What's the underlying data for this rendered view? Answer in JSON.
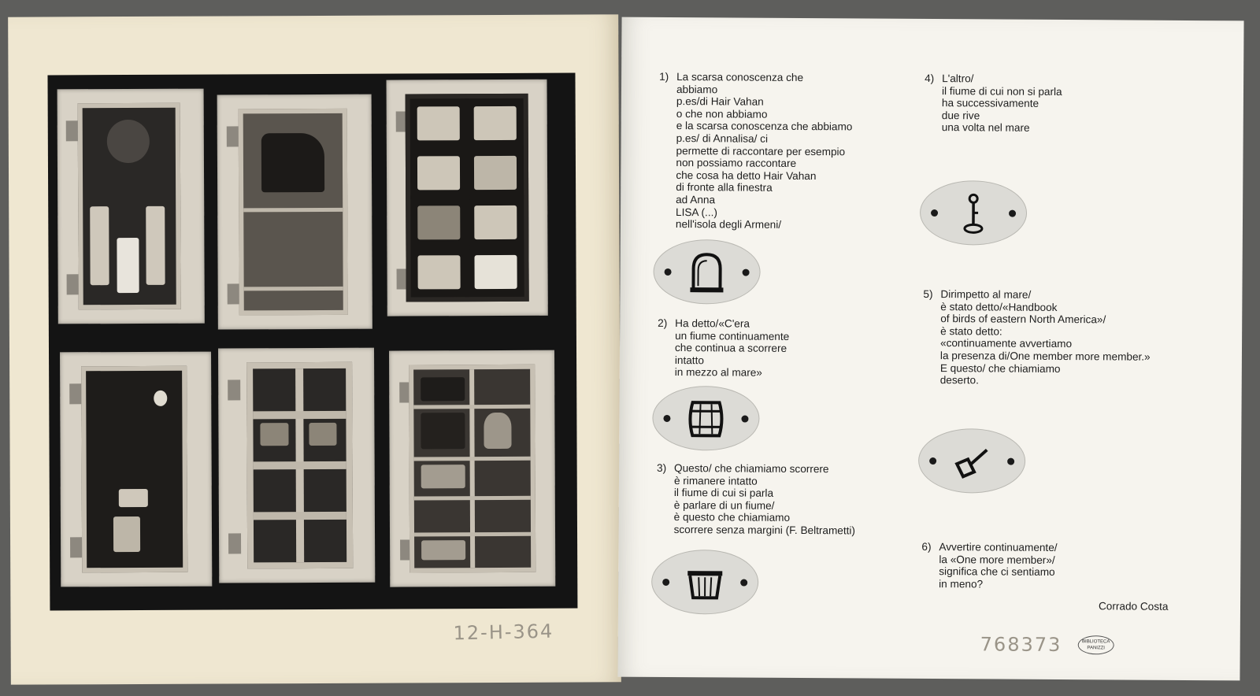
{
  "annotations": {
    "left_shelfmark": "12-H-364",
    "right_inventory": "768373",
    "stamp_text": "BIBLIOTECA PANIZZI"
  },
  "items": [
    {
      "num": "1)",
      "lines": [
        "La scarsa conoscenza che",
        "abbiamo",
        "p.es/di Hair Vahan",
        "o che non abbiamo",
        "e la scarsa conoscenza che abbiamo",
        "p.es/ di Annalisa/ ci",
        "permette di raccontare per esempio",
        "non possiamo raccontare",
        "che cosa ha detto Hair Vahan",
        "di fronte alla finestra",
        "ad Anna",
        "LISA (...)",
        "nell'isola degli Armeni/"
      ]
    },
    {
      "num": "2)",
      "lines": [
        "Ha detto/«C'era",
        "un fiume continuamente",
        "che continua a scorrere",
        "intatto",
        "in mezzo al mare»"
      ]
    },
    {
      "num": "3)",
      "lines": [
        "Questo/ che chiamiamo scorrere",
        "è rimanere intatto",
        "il fiume di cui si parla",
        "è parlare di un fiume/",
        "è questo che chiamiamo",
        "scorrere senza margini (F. Beltrametti)"
      ]
    },
    {
      "num": "4)",
      "lines": [
        "L'altro/",
        "il fiume di cui non si parla",
        "ha successivamente",
        "due rive",
        "una volta nel mare"
      ]
    },
    {
      "num": "5)",
      "lines": [
        "Dirimpetto al mare/",
        "è stato detto/«Handbook",
        "of birds of eastern North America»/",
        "è stato detto:",
        "«continuamente avvertiamo",
        "la presenza di/One member more member.»",
        "E questo/ che chiamiamo",
        "deserto."
      ]
    },
    {
      "num": "6)",
      "lines": [
        "Avvertire continuamente/",
        "la «One more member»/",
        "significa che ci sentiamo",
        "in meno?"
      ]
    }
  ],
  "tokens": [
    {
      "icon": "bell-jar-icon"
    },
    {
      "icon": "barrel-icon"
    },
    {
      "icon": "tub-icon"
    },
    {
      "icon": "key-icon"
    },
    {
      "icon": "shovel-icon"
    }
  ],
  "author": "Corrado Costa"
}
